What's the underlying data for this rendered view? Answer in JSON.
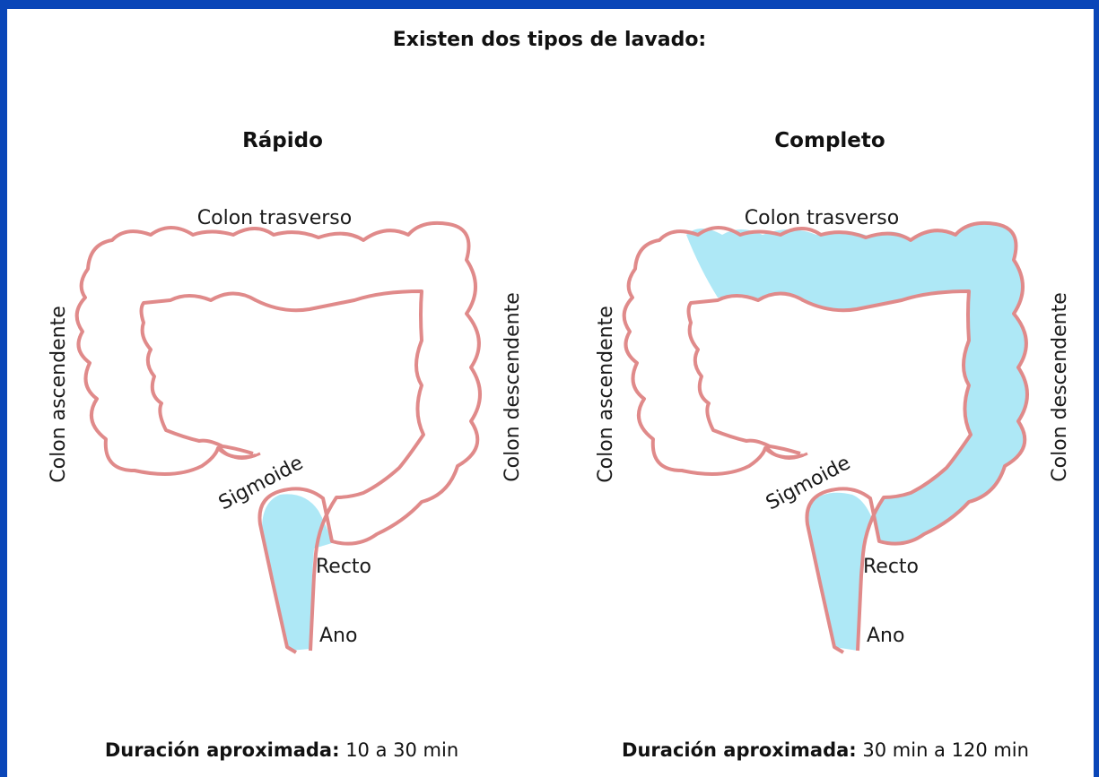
{
  "title": "Existen dos tipos de lavado:",
  "labels": {
    "transverse": "Colon trasverso",
    "ascending": "Colon ascendente",
    "descending": "Colon descendente",
    "sigmoid": "Sigmoide",
    "rectum": "Recto",
    "anus": "Ano"
  },
  "panels": [
    {
      "name": "Rápido",
      "duration_label": "Duración aproximada:",
      "duration_value": "10 a 30 min",
      "filled_region": "rectum"
    },
    {
      "name": "Completo",
      "duration_label": "Duración aproximada:",
      "duration_value": "30 min a 120 min",
      "filled_region": "rectum, sigmoid, descending and transverse colon"
    }
  ],
  "colors": {
    "frame": "#0a46b8",
    "colon_outline": "#e08a8a",
    "fill": "#aee8f6"
  }
}
